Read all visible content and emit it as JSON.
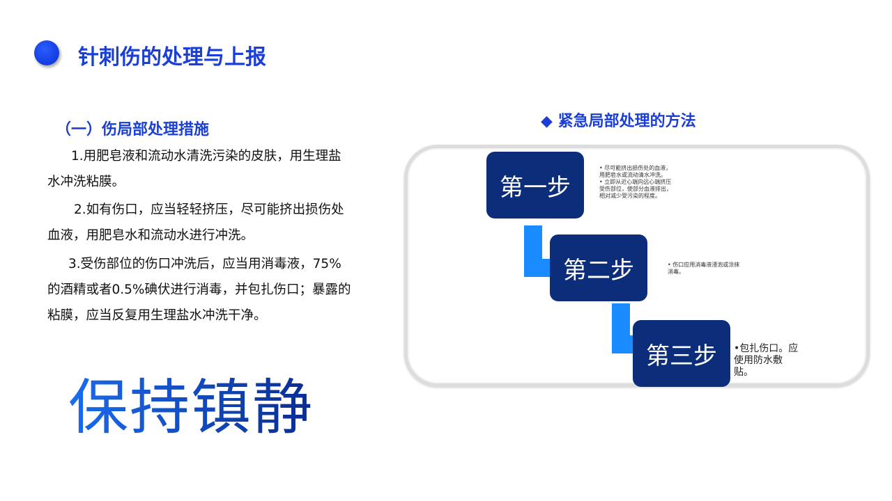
{
  "title": "针刺伤的处理与上报",
  "section": "（一）伤局部处理措施",
  "paragraphs": [
    "1.用肥皂液和流动水清洗污染的皮肤，用生理盐水冲洗粘膜。",
    "2.如有伤口，应当轻轻挤压，尽可能挤出损伤处血液，用肥皂水和流动水进行冲洗。",
    "3.受伤部位的伤口冲洗后，应当用消毒液，75%的酒精或者0.5%碘伏进行消毒，并包扎伤口；暴露的粘膜，应当反复用生理盐水冲洗干净。"
  ],
  "calm": "保持镇静",
  "right_heading": "紧急局部处理的方法",
  "steps": [
    {
      "label": "第一步",
      "notes": [
        "尽可能挤出损伤处的血液，用肥皂水或流动清水冲洗。",
        "立即从近心端向远心端挤压受伤部位，使部分血液排出，相对减少受污染的程度。"
      ]
    },
    {
      "label": "第二步",
      "notes": [
        "伤口应用消毒液浸泡或涂抹消毒。"
      ]
    },
    {
      "label": "第三步",
      "notes": [
        "包扎伤口。应使用防水敷贴。"
      ]
    }
  ],
  "colors": {
    "accent": "#1a3fd6",
    "step_box": "#0b2d7a",
    "connector": "#1a8cff"
  }
}
